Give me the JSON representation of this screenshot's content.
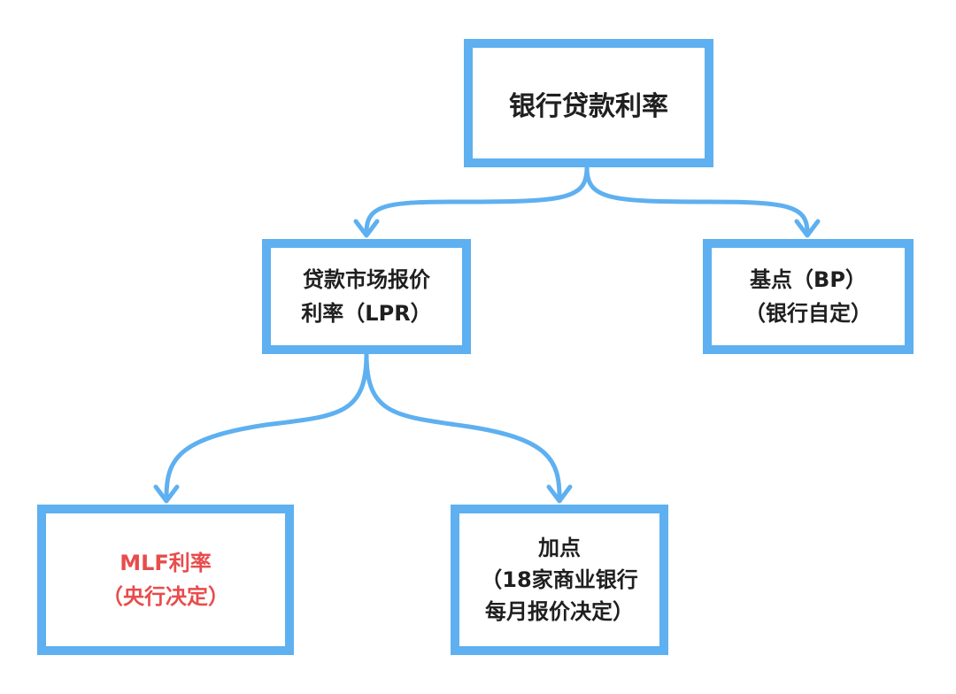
{
  "diagram": {
    "root": {
      "label": "银行贷款利率"
    },
    "lpr": {
      "line1": "贷款市场报价",
      "line2": "利率（LPR）"
    },
    "bp": {
      "line1": "基点（BP）",
      "line2": "（银行自定）"
    },
    "mlf": {
      "line1": "MLF利率",
      "line2": "（央行决定）"
    },
    "spread": {
      "line1": "加点",
      "line2": "（18家商业银行",
      "line3": "每月报价决定）"
    }
  },
  "colors": {
    "border": "#5eb0f0",
    "arrow": "#5eb0f0",
    "text": "#1f1f1f",
    "highlight_text": "#e84c4c"
  }
}
